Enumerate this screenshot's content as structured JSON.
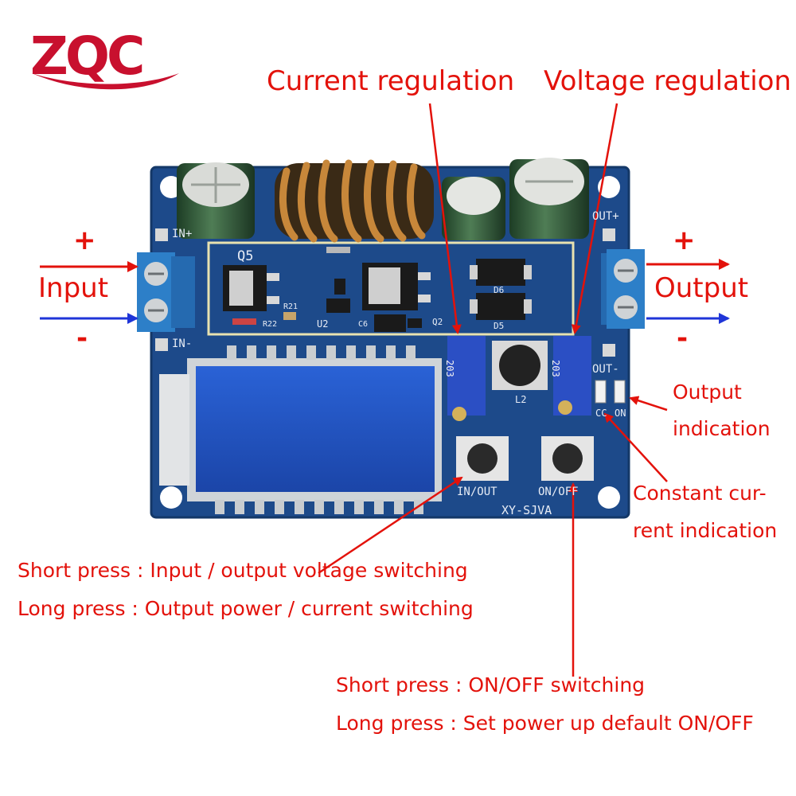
{
  "logo": {
    "text": "ZQC"
  },
  "labels": {
    "current_regulation": "Current regulation",
    "voltage_regulation": "Voltage regulation",
    "input": "Input",
    "output": "Output",
    "input_plus": "+",
    "input_minus": "-",
    "output_plus": "+",
    "output_minus": "-",
    "output_indication_1": "Output",
    "output_indication_2": "indication",
    "cc_indication_1": "Constant cur-",
    "cc_indication_2": "rent indication",
    "in_out_short": "Short press : Input / output voltage switching",
    "in_out_long": "Long press : Output power / current switching",
    "on_off_short": "Short press : ON/OFF switching",
    "on_off_long": "Long press : Set power up default ON/OFF"
  },
  "board": {
    "model": "XY-SJVA",
    "btn_in_out": "IN/OUT",
    "btn_on_off": "ON/OFF",
    "pin_in_plus": "IN+",
    "pin_in_minus": "IN-",
    "pin_out_plus": "OUT+",
    "pin_out_minus": "OUT-",
    "q5": "Q5",
    "q2": "Q2",
    "u2": "U2",
    "l2": "L2",
    "d5": "D5",
    "d6": "D6",
    "r22": "R22",
    "r21": "R21",
    "c6": "C6",
    "pot_code": "203",
    "led_cc": "CC",
    "led_on": "ON"
  },
  "colors": {
    "annotation_red": "#e3120b",
    "input_plus_arrow": "#e3120b",
    "input_minus_arrow": "#1f35d8",
    "pcb_blue": "#1d4a8a",
    "lcd_blue": "#1f54c6",
    "terminal_blue": "#2d7fc8",
    "logo_red": "#c8102e",
    "logo_blue": "#1a8fe0"
  }
}
